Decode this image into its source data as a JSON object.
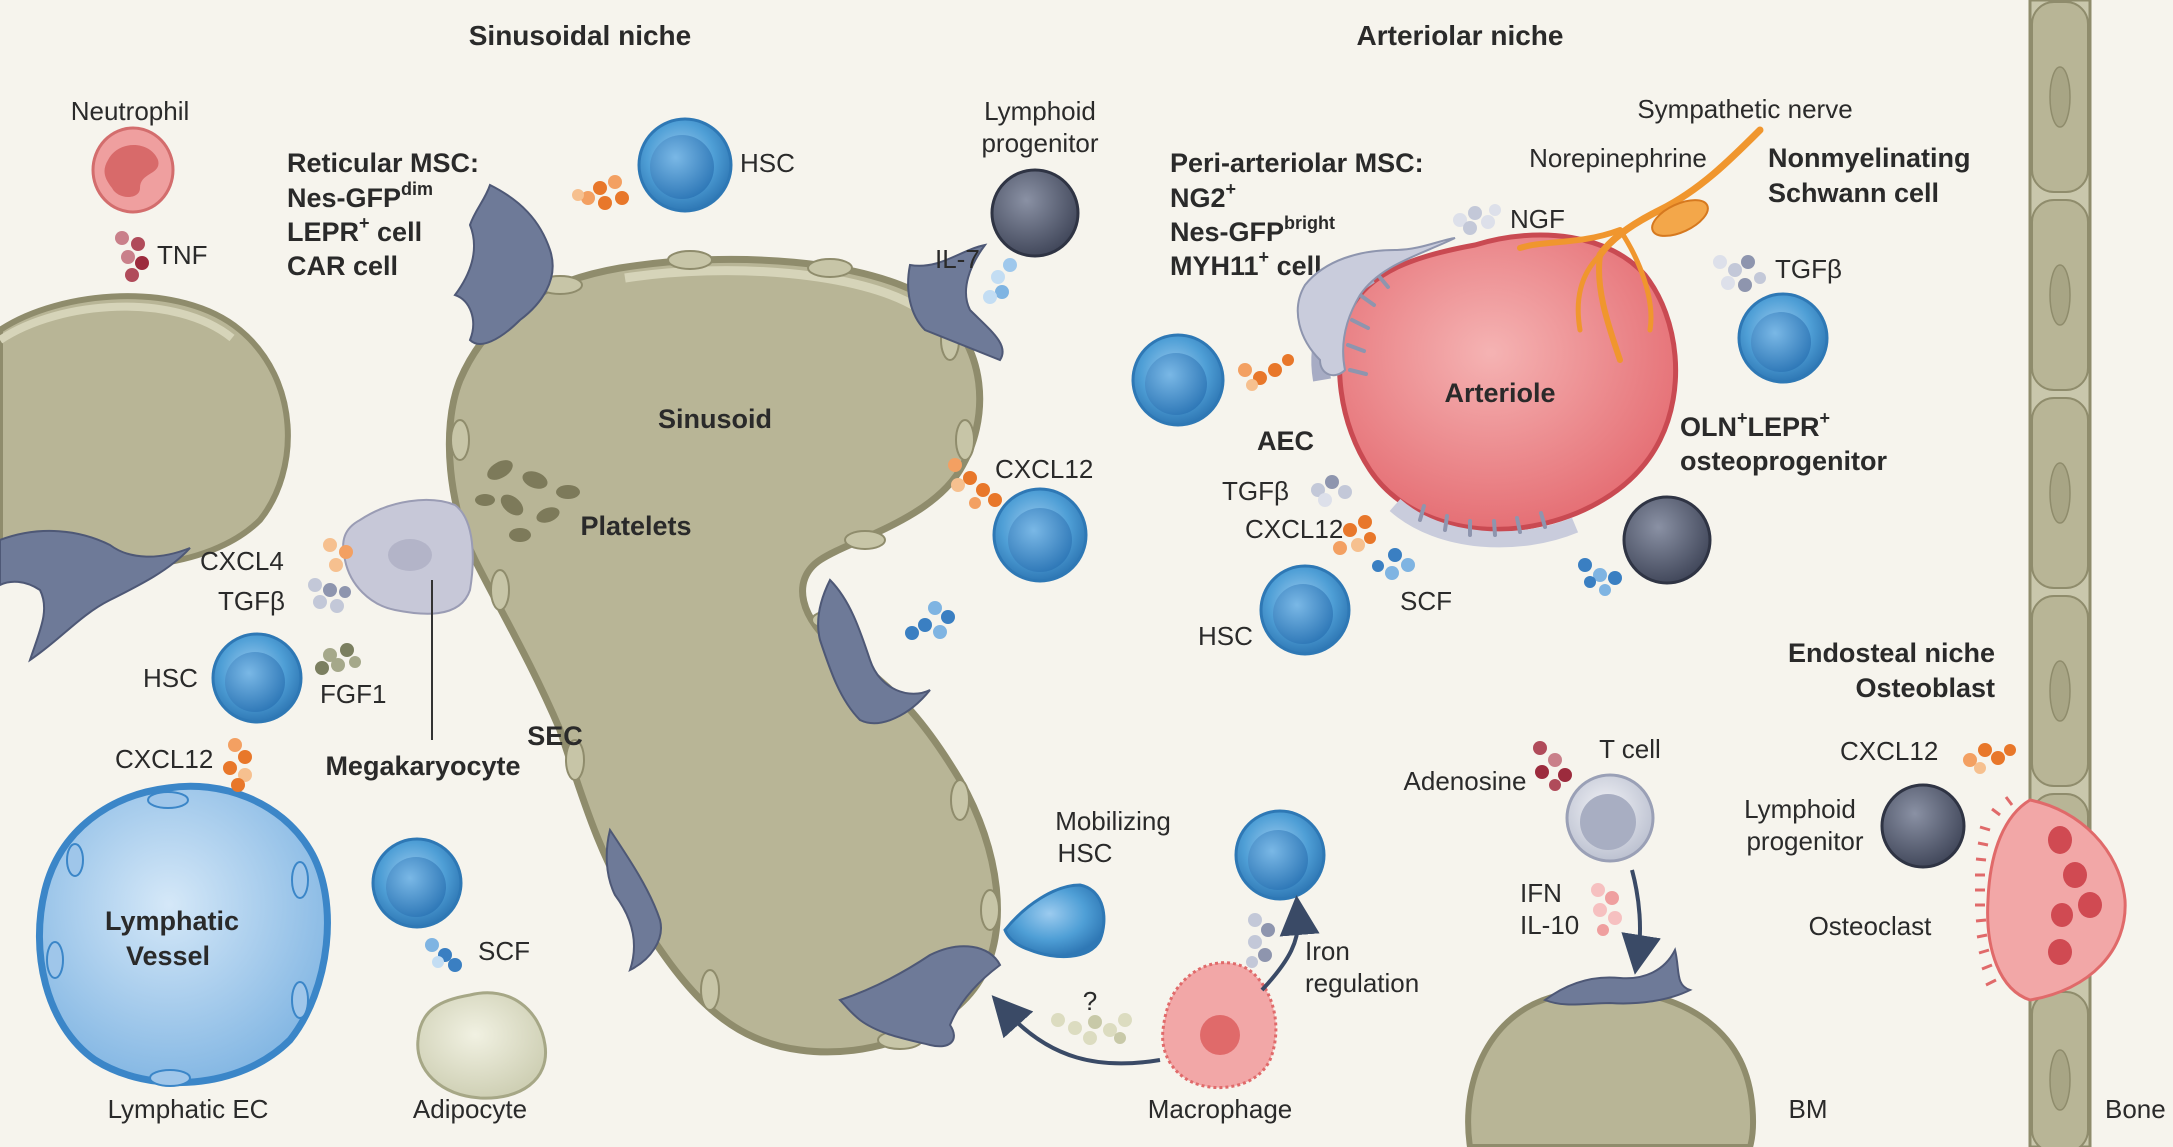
{
  "titles": {
    "sinusoidal": "Sinusoidal niche",
    "arteriolar": "Arteriolar niche",
    "endosteal_1": "Endosteal niche",
    "endosteal_2": "Osteoblast"
  },
  "labels": {
    "neutrophil": "Neutrophil",
    "tnf": "TNF",
    "reticular_msc": "Reticular MSC:",
    "nes_gfp": "Nes-GFP",
    "nes_gfp_sup": "dim",
    "lepr_cell": "LEPR",
    "lepr_cell_sup": "+",
    "lepr_cell_tail": " cell",
    "car_cell": "CAR cell",
    "hsc": "HSC",
    "lymphoid_progenitor_1": "Lymphoid",
    "lymphoid_progenitor_2": "progenitor",
    "il7": "IL-7",
    "sinusoid": "Sinusoid",
    "platelets": "Platelets",
    "cxcl12": "CXCL12",
    "cxcl4": "CXCL4",
    "tgfb": "TGFβ",
    "fgf1": "FGF1",
    "megakaryocyte": "Megakaryocyte",
    "sec": "SEC",
    "lymphatic_vessel_1": "Lymphatic",
    "lymphatic_vessel_2": "Vessel",
    "lymphatic_ec": "Lymphatic EC",
    "scf": "SCF",
    "adipocyte": "Adipocyte",
    "mobilizing_hsc_1": "Mobilizing",
    "mobilizing_hsc_2": "HSC",
    "question": "?",
    "macrophage": "Macrophage",
    "iron_1": "Iron",
    "iron_2": "regulation",
    "periarteriolar_msc": "Peri-arteriolar MSC:",
    "ng2": "NG2",
    "ng2_sup": "+",
    "nes_gfp_bright": "Nes-GFP",
    "nes_gfp_bright_sup": "bright",
    "myh11": "MYH11",
    "myh11_sup": "+",
    "myh11_tail": " cell",
    "sympathetic_nerve": "Sympathetic nerve",
    "norepinephrine": "Norepinephrine",
    "ngf": "NGF",
    "nonmyelinating_1": "Nonmyelinating",
    "nonmyelinating_2": "Schwann cell",
    "arteriole": "Arteriole",
    "aec": "AEC",
    "oln_1": "OLN",
    "oln_sup1": "+",
    "oln_2": "LEPR",
    "oln_sup2": "+",
    "oln_3": "osteoprogenitor",
    "t_cell": "T cell",
    "adenosine": "Adenosine",
    "ifn": "IFN",
    "il10": "IL-10",
    "osteoclast": "Osteoclast",
    "bm": "BM",
    "bone": "Bone"
  },
  "colors": {
    "background": "#f6f4ed",
    "vessel_fill": "#b8b596",
    "vessel_stroke": "#8f8c6c",
    "msc": "#6e7a98",
    "hsc": "#4f9fd6",
    "lymphoid": "#4d5468",
    "arteriole": "#e9797d",
    "neutrophil": "#e78a8a",
    "nerve": "#f0962e",
    "orange_dots": "#e8772a",
    "blue_dots": "#3a7fc2",
    "lymphatic": "#8fbde6",
    "arrow": "#3a4a66"
  }
}
